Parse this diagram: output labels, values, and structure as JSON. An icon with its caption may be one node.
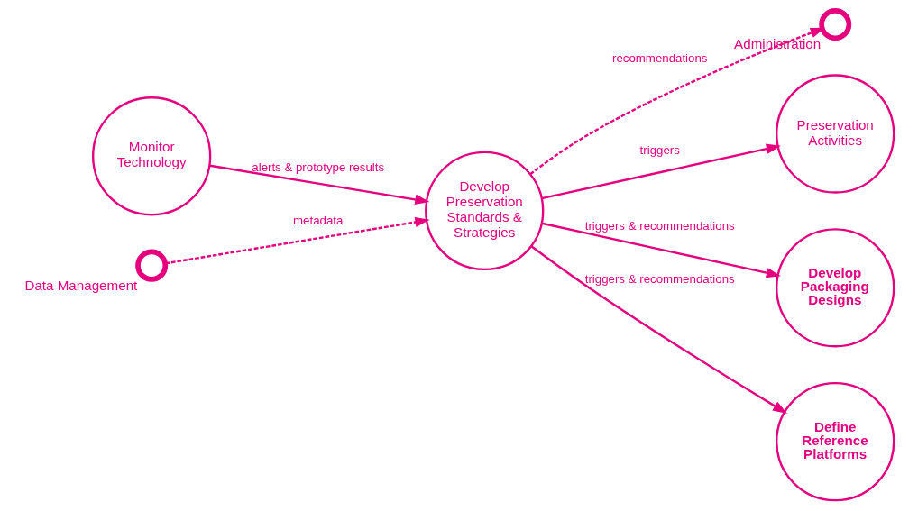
{
  "diagram": {
    "nodes": [
      {
        "text": [
          "Monitor Technology"
        ]
      },
      {
        "text": [],
        "shape": "circle",
        "beside": [
          "Data Management"
        ]
      },
      {
        "text": [
          "Develop Preservation Standards & Strategies"
        ]
      },
      {
        "text": [],
        "shape": "circle",
        "beside": [
          "Administration"
        ]
      },
      {
        "text": [
          "Preservation Activities"
        ]
      },
      {
        "text": [
          "Develop Packaging Designs"
        ]
      },
      {
        "text": [
          "Define Reference Platforms"
        ]
      }
    ],
    "edges": [
      {
        "from": 0,
        "to": 2,
        "arrow": "to",
        "label": "alerts & prototype results"
      },
      {
        "from": 1,
        "to": 2,
        "arrow": "to",
        "label": "metadata",
        "style": "dashed"
      },
      {
        "from": 2,
        "to": 3,
        "arrow": "to",
        "label": "recommendations",
        "style": "dashed"
      },
      {
        "from": 2,
        "to": 4,
        "arrow": "to",
        "label": "triggers"
      },
      {
        "from": 2,
        "to": 5,
        "arrow": "to",
        "label": "triggers & recommendations"
      },
      {
        "from": 2,
        "to": 6,
        "arrow": "to",
        "label": "triggers & recommendations"
      }
    ]
  }
}
